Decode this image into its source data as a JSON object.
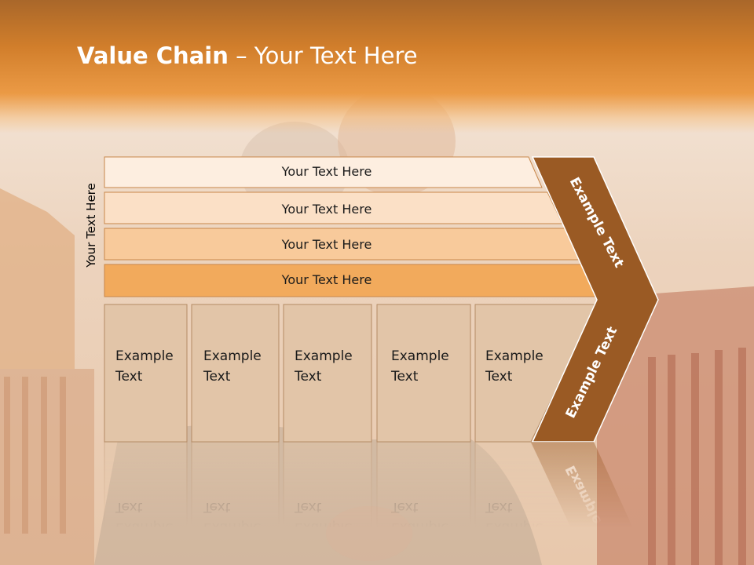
{
  "slide": {
    "title_bold": "Value Chain",
    "title_rest": " – Your Text Here",
    "side_label": "Your Text Here",
    "rows": [
      {
        "label": "Your Text Here",
        "color": "#fdeee0"
      },
      {
        "label": "Your Text Here",
        "color": "#fbe0c6"
      },
      {
        "label": "Your Text Here",
        "color": "#f8ca9b"
      },
      {
        "label": "Your Text Here",
        "color": "#f2aa5c"
      }
    ],
    "boxes": [
      {
        "line1": "Example",
        "line2": "Text"
      },
      {
        "line1": "Example",
        "line2": "Text"
      },
      {
        "line1": "Example",
        "line2": "Text"
      },
      {
        "line1": "Example",
        "line2": "Text"
      },
      {
        "line1": "Example",
        "line2": "Text"
      }
    ],
    "arrow_upper": "Example Text",
    "arrow_lower": "Example Text",
    "colors": {
      "box_fill": "#e2c5a8",
      "box_stroke": "#b48a64",
      "arrow_fill": "#9a5a24",
      "row_stroke": "#c8874a"
    }
  }
}
